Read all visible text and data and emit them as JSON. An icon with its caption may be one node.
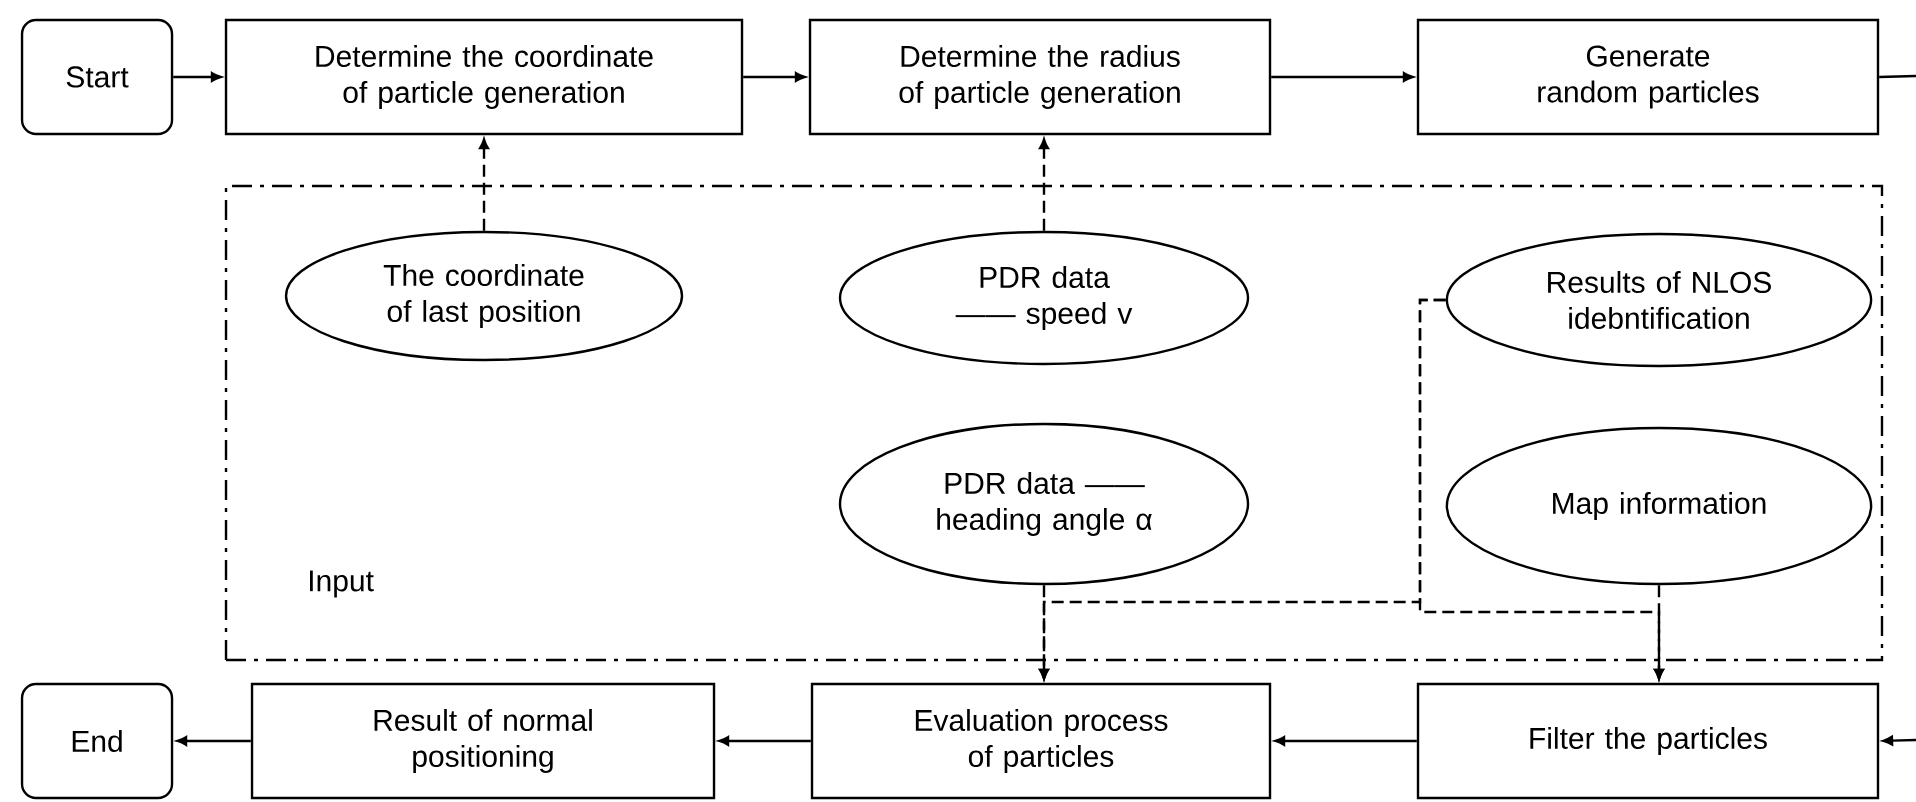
{
  "diagram": {
    "nodes": [
      {
        "text": [
          "Start"
        ]
      },
      {
        "text": [
          "Determine the coordinate of particle generation"
        ]
      },
      {
        "text": [
          "Determine the radius of particle generation"
        ]
      },
      {
        "text": [
          "Generate random particles"
        ]
      },
      {
        "text": [
          "Input"
        ]
      },
      {
        "text": [
          "The coordinate of last position"
        ],
        "in": 4
      },
      {
        "text": [
          "PDR data —— speed v"
        ],
        "in": 4
      },
      {
        "text": [
          "Results of NLOS idebntification"
        ],
        "in": 4
      },
      {
        "text": [
          "PDR data —— heading angle α"
        ],
        "in": 4
      },
      {
        "text": [
          "Map information"
        ],
        "in": 4
      },
      {
        "text": [
          "Filter the particles"
        ]
      },
      {
        "text": [
          "Evaluation process of particles"
        ]
      },
      {
        "text": [
          "Result of normal positioning"
        ]
      },
      {
        "text": [
          "End"
        ]
      }
    ],
    "edges": [
      {
        "from": 0,
        "to": 1,
        "arrow": "to"
      },
      {
        "from": 1,
        "to": 2,
        "arrow": "to"
      },
      {
        "from": 2,
        "to": 3,
        "arrow": "to"
      },
      {
        "from": 3,
        "to": null,
        "arrow": "none"
      },
      {
        "from": null,
        "to": 10,
        "arrow": "to"
      },
      {
        "from": 10,
        "to": 11,
        "arrow": "to"
      },
      {
        "from": 11,
        "to": 12,
        "arrow": "to"
      },
      {
        "from": 12,
        "to": 13,
        "arrow": "to"
      },
      {
        "from": 5,
        "to": 1,
        "arrow": "to",
        "style": "dashed"
      },
      {
        "from": 6,
        "to": 2,
        "arrow": "to",
        "style": "dashed"
      },
      {
        "from": 8,
        "to": 11,
        "arrow": "to",
        "style": "dashed"
      },
      {
        "from": 9,
        "to": 10,
        "arrow": "to",
        "style": "dashed"
      },
      {
        "from": 7,
        "to": 11,
        "arrow": "to",
        "style": "dashed"
      },
      {
        "from": 7,
        "to": 10,
        "arrow": "to",
        "style": "dashed"
      }
    ]
  }
}
